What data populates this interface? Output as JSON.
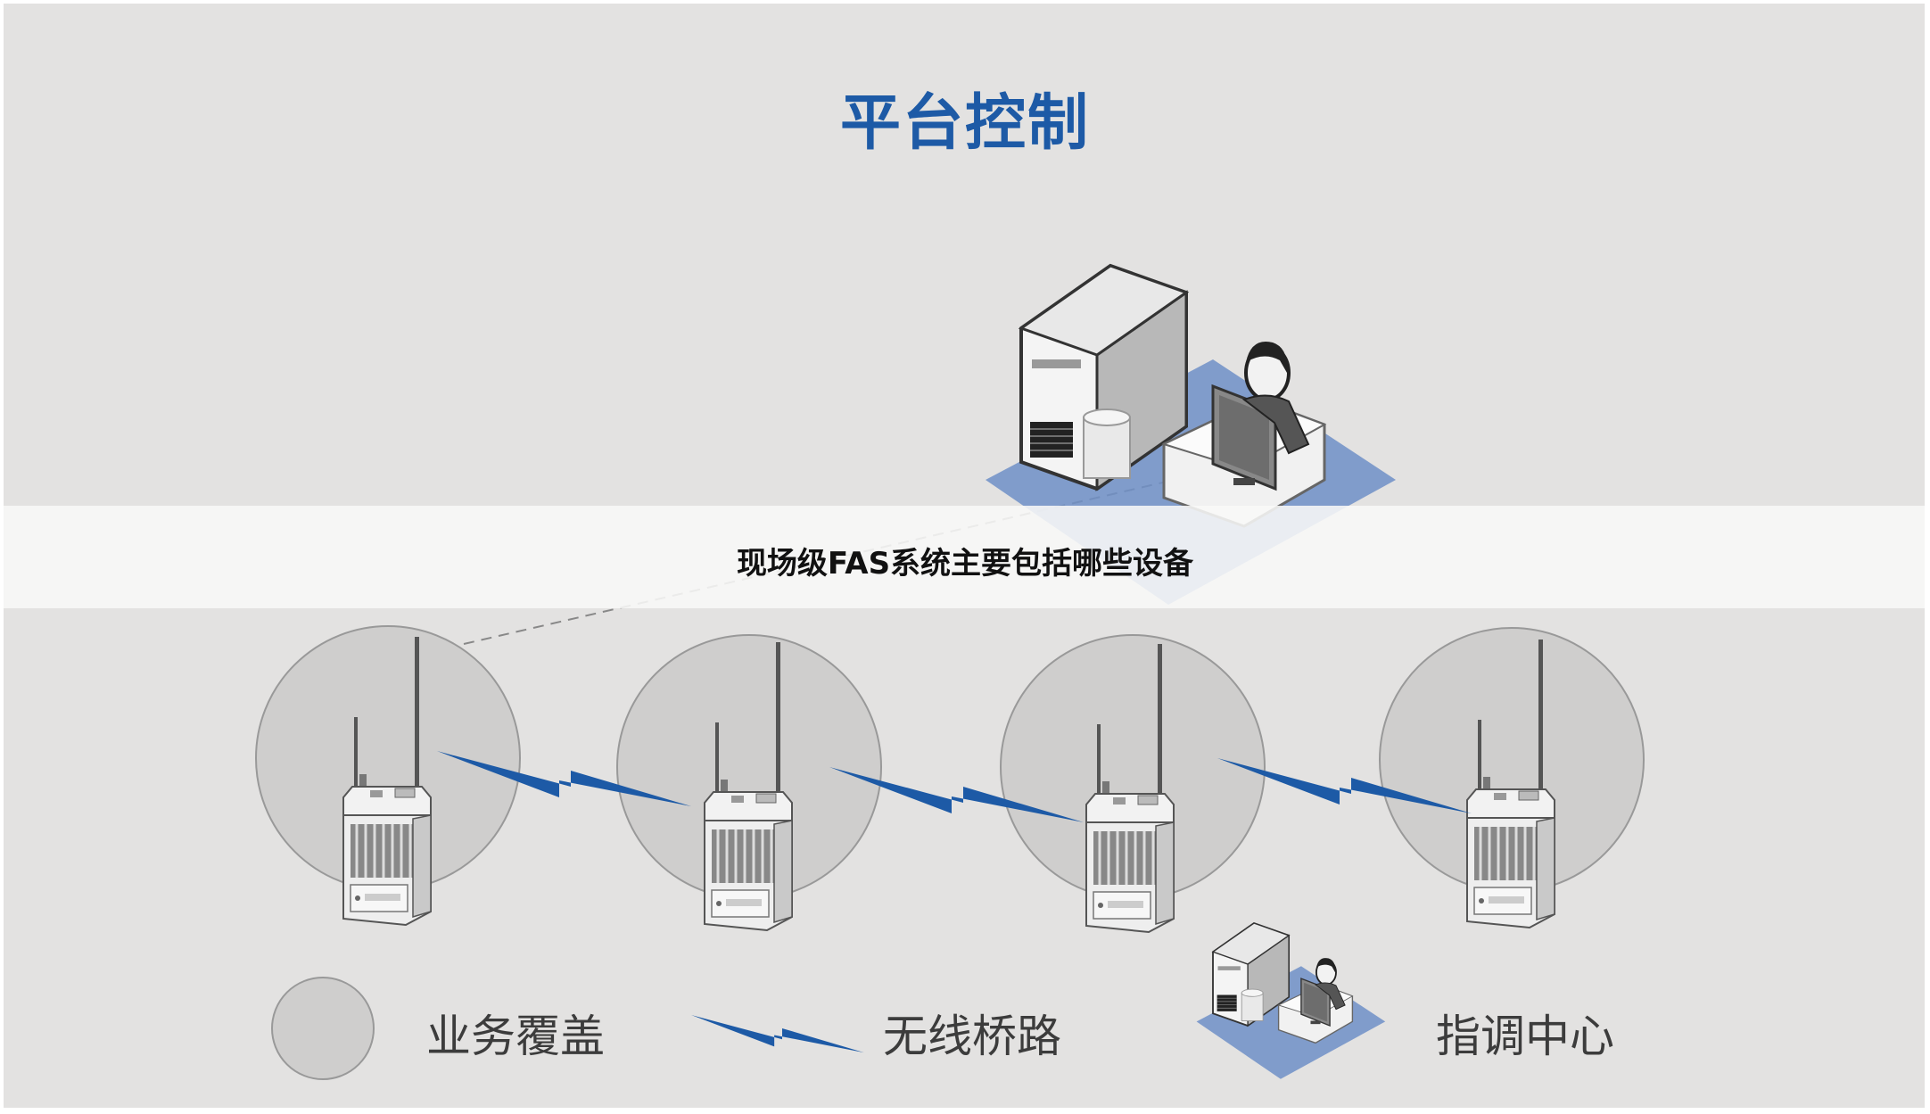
{
  "title": "平台控制",
  "banner_text": "现场级FAS系统主要包括哪些设备",
  "legend": {
    "coverage": "业务覆盖",
    "bridge": "无线桥路",
    "command_center": "指调中心"
  },
  "colors": {
    "title": "#1d5aa6",
    "bolt": "#1d5aa6",
    "floor": "#6f8fc7",
    "circle_fill": "#cfcecd",
    "background": "#e3e2e1"
  },
  "icons": [
    "radio-icon",
    "server-icon",
    "operator-icon",
    "monitor-icon",
    "lightning-bolt-icon"
  ]
}
